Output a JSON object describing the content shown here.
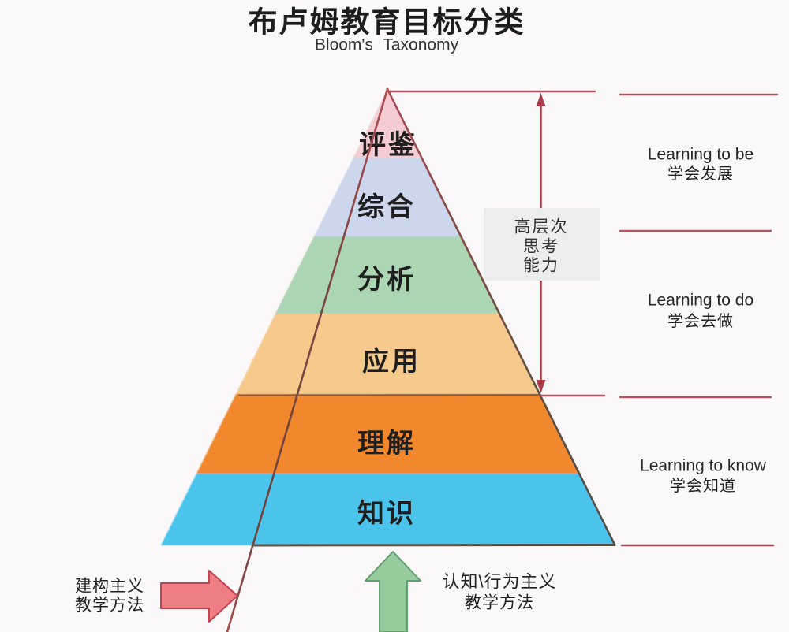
{
  "title": "布卢姆教育目标分类",
  "subtitle": "Bloom's Taxonomy",
  "pyramid": {
    "levels": [
      {
        "label": "评鉴",
        "color": "#f5ccd3"
      },
      {
        "label": "综合",
        "color": "#ccd7ee"
      },
      {
        "label": "分析",
        "color": "#abd5b3"
      },
      {
        "label": "应用",
        "color": "#f6ca8c"
      },
      {
        "label": "理解",
        "color": "#f1882f"
      },
      {
        "label": "知识",
        "color": "#4cc4ec"
      }
    ]
  },
  "high_order_box": {
    "line1": "高层次",
    "line2": "思考",
    "line3": "能力",
    "background": "#ededed"
  },
  "right_labels": [
    {
      "en": "Learning to be",
      "zh": "学会发展"
    },
    {
      "en": "Learning to do",
      "zh": "学会去做"
    },
    {
      "en": "Learning to know",
      "zh": "学会知道"
    }
  ],
  "bottom_annotations": {
    "left": {
      "line1": "建构主义",
      "line2": "教学方法",
      "arrow_color": "#ee7d86",
      "arrow_border": "#c04552"
    },
    "middle": {
      "line1": "认知\\行为主义",
      "line2": "教学方法",
      "arrow_color": "#96cb9d",
      "arrow_border": "#64a06d"
    }
  },
  "colors": {
    "background": "#faf8f8",
    "annotation_red": "#b5525e",
    "triangle_line_dark": "#585048",
    "arrow_line_red": "#a83c49"
  }
}
